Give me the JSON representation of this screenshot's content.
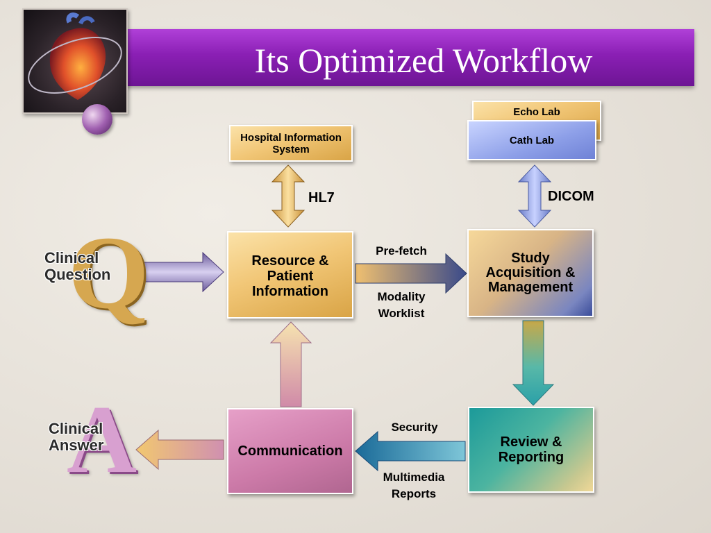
{
  "slide": {
    "title": "Its Optimized Workflow"
  },
  "nodes": {
    "his": "Hospital Information System",
    "echo_lab": "Echo Lab",
    "cath_lab": "Cath Lab",
    "resource": "Resource & Patient Information",
    "study": "Study Acquisition & Management",
    "communication": "Communication",
    "review": "Review & Reporting"
  },
  "side": {
    "question_letter": "Q",
    "question_label_1": "Clinical",
    "question_label_2": "Question",
    "answer_letter": "A",
    "answer_label_1": "Clinical",
    "answer_label_2": "Answer"
  },
  "labels": {
    "hl7": "HL7",
    "dicom": "DICOM",
    "prefetch": "Pre-fetch",
    "modality_1": "Modality",
    "modality_2": "Worklist",
    "security": "Security",
    "multimedia_1": "Multimedia",
    "multimedia_2": "Reports"
  },
  "colors": {
    "title_bar": "#8a1fb4",
    "box_gold": "#f1c676",
    "box_lavender": "#8d9fe8",
    "arrow_purple": "#7d6fa8",
    "arrow_teal": "#3aa6a2"
  }
}
